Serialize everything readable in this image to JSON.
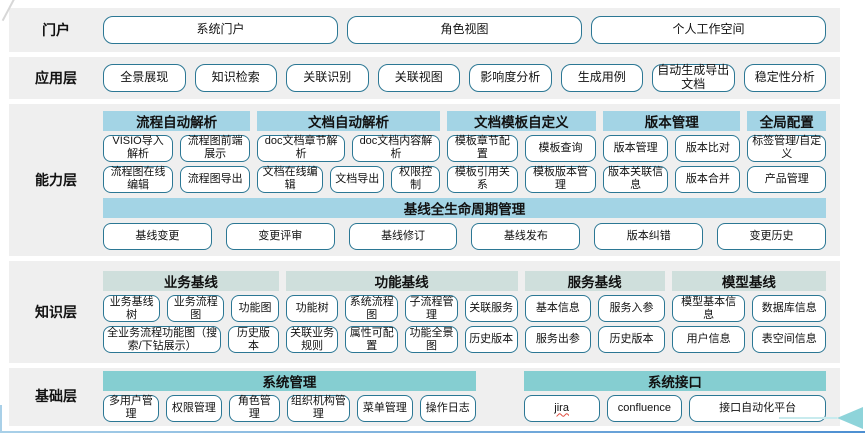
{
  "colors": {
    "band_bg": "#efefef",
    "capability_header": "#a3d4e5",
    "knowledge_header": "#cfdfdc",
    "base_header": "#85ced1",
    "box_border": "#2b7794",
    "arrow": "#8ed4da"
  },
  "layers": [
    {
      "id": "portal",
      "label": "门户",
      "kind": "buttons",
      "size": "large",
      "buttons": [
        "系统门户",
        "角色视图",
        "个人工作空间"
      ]
    },
    {
      "id": "application",
      "label": "应用层",
      "kind": "buttons",
      "size": "large",
      "buttons": [
        "全景展现",
        "知识检索",
        "关联识别",
        "关联视图",
        "影响度分析",
        "生成用例",
        "自动生成导出文档",
        "稳定性分析"
      ]
    },
    {
      "id": "capability",
      "label": "能力层",
      "kind": "groups",
      "header_color": "capability",
      "groups": [
        {
          "title": "流程自动解析",
          "flex": 150,
          "rows": [
            [
              "VISIO导入解析",
              "流程图前端展示"
            ],
            [
              "流程图在线编辑",
              "流程图导出"
            ]
          ]
        },
        {
          "title": "文档自动解析",
          "flex": 186,
          "rows": [
            [
              "doc文档章节解析",
              "doc文档内容解析"
            ],
            [
              "文档在线编辑",
              {
                "label": "文档导出",
                "flex": 0.8
              },
              {
                "label": "权限控制",
                "flex": 0.7
              }
            ]
          ]
        },
        {
          "title": "文档模板自定义",
          "flex": 152,
          "rows": [
            [
              "模板章节配置",
              "模板查询"
            ],
            [
              "模板引用关系",
              "模板版本管理"
            ]
          ]
        },
        {
          "title": "版本管理",
          "flex": 140,
          "rows": [
            [
              "版本管理",
              "版本比对"
            ],
            [
              "版本关联信息",
              "版本合并"
            ]
          ]
        },
        {
          "title": "全局配置",
          "flex": 80,
          "rows": [
            [
              "标签管理/自定义"
            ],
            [
              "产品管理"
            ]
          ]
        }
      ],
      "footer": {
        "title": "基线全生命周期管理",
        "buttons": [
          "基线变更",
          "变更评审",
          "基线修订",
          "基线发布",
          "版本纠错",
          "变更历史"
        ]
      }
    },
    {
      "id": "knowledge",
      "label": "知识层",
      "kind": "groups",
      "header_color": "knowledge",
      "groups": [
        {
          "title": "业务基线",
          "flex": 188,
          "rows": [
            [
              "业务基线树",
              "业务流程图",
              {
                "label": "功能图",
                "flex": 0.8
              }
            ],
            [
              {
                "label": "全业务流程功能图（搜索/下钻展示）",
                "flex": 2.6
              },
              "历史版本"
            ]
          ]
        },
        {
          "title": "功能基线",
          "flex": 248,
          "rows": [
            [
              "功能树",
              "系统流程图",
              "子流程管理",
              "关联服务"
            ],
            [
              "关联业务规则",
              "属性可配置",
              "功能全景图",
              "历史版本"
            ]
          ]
        },
        {
          "title": "服务基线",
          "flex": 150,
          "rows": [
            [
              "基本信息",
              "服务入参"
            ],
            [
              "服务出参",
              "历史版本"
            ]
          ]
        },
        {
          "title": "模型基线",
          "flex": 165,
          "rows": [
            [
              "模型基本信息",
              "数据库信息"
            ],
            [
              "用户信息",
              "表空间信息"
            ]
          ]
        }
      ]
    },
    {
      "id": "base",
      "label": "基础层",
      "kind": "groups",
      "header_color": "base",
      "groups": [
        {
          "title": "系统管理",
          "flex": 370,
          "rows": [
            [
              "多用户管理",
              "权限管理",
              {
                "label": "角色管理",
                "flex": 0.9
              },
              {
                "label": "组织机构管理",
                "flex": 1.15
              },
              "菜单管理",
              "操作日志"
            ]
          ]
        },
        {
          "title": "系统接口",
          "flex": 300,
          "rows": [
            [
              {
                "label": "jira",
                "spell": true
              },
              "confluence",
              {
                "label": "接口自动化平台",
                "flex": 1.9
              }
            ]
          ]
        }
      ]
    }
  ]
}
